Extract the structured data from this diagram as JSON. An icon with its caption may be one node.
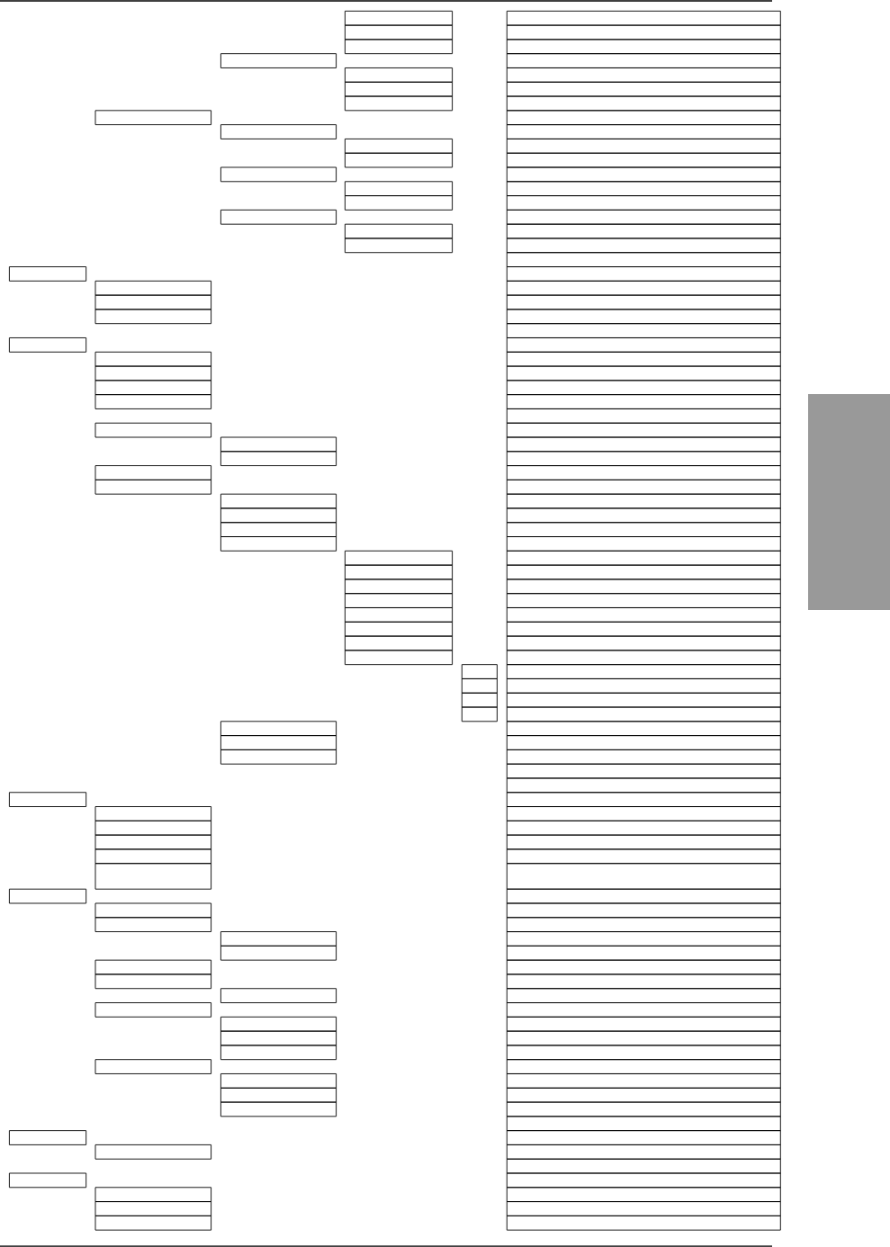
{
  "diagram": {
    "nodes": [
      {
        "text": [],
        "shape": "box"
      },
      {
        "text": [],
        "shape": "box"
      },
      {
        "text": [],
        "shape": "box"
      },
      {
        "text": [],
        "shape": "box"
      },
      {
        "text": [],
        "shape": "box"
      },
      {
        "text": [],
        "shape": "box"
      },
      {
        "text": [],
        "shape": "box"
      },
      {
        "text": [],
        "shape": "box"
      },
      {
        "text": [],
        "shape": "box"
      },
      {
        "text": [],
        "shape": "box"
      },
      {
        "text": [],
        "shape": "box"
      },
      {
        "text": [],
        "shape": "box"
      },
      {
        "text": [],
        "shape": "box"
      },
      {
        "text": [],
        "shape": "box"
      },
      {
        "text": [],
        "shape": "box"
      },
      {
        "text": [],
        "shape": "box"
      },
      {
        "text": [],
        "shape": "box"
      },
      {
        "text": [],
        "shape": "box"
      },
      {
        "text": [],
        "shape": "box"
      },
      {
        "text": [],
        "shape": "box"
      },
      {
        "text": [],
        "shape": "box"
      },
      {
        "text": [],
        "shape": "box"
      },
      {
        "text": [],
        "shape": "box"
      },
      {
        "text": [],
        "shape": "box"
      },
      {
        "text": [],
        "shape": "box"
      },
      {
        "text": [],
        "shape": "box"
      },
      {
        "text": [],
        "shape": "box"
      },
      {
        "text": [],
        "shape": "box"
      },
      {
        "text": [],
        "shape": "box"
      },
      {
        "text": [],
        "shape": "box"
      },
      {
        "text": [],
        "shape": "box"
      },
      {
        "text": [],
        "shape": "box"
      },
      {
        "text": [],
        "shape": "box"
      },
      {
        "text": [],
        "shape": "box"
      },
      {
        "text": [],
        "shape": "box"
      },
      {
        "text": [],
        "shape": "box"
      },
      {
        "text": [],
        "shape": "box"
      },
      {
        "text": [],
        "shape": "box"
      },
      {
        "text": [],
        "shape": "box"
      },
      {
        "text": [],
        "shape": "box"
      },
      {
        "text": [],
        "shape": "box"
      },
      {
        "text": [],
        "shape": "box"
      },
      {
        "text": [],
        "shape": "box"
      },
      {
        "text": [],
        "shape": "box"
      },
      {
        "text": [],
        "shape": "box"
      },
      {
        "text": [],
        "shape": "box"
      },
      {
        "text": [],
        "shape": "box"
      },
      {
        "text": [],
        "shape": "box"
      },
      {
        "text": [],
        "shape": "box"
      },
      {
        "text": [],
        "shape": "box"
      },
      {
        "text": [],
        "shape": "box"
      },
      {
        "text": [],
        "shape": "box"
      },
      {
        "text": [],
        "shape": "box"
      },
      {
        "text": [],
        "shape": "box"
      },
      {
        "text": [],
        "shape": "box"
      },
      {
        "text": [],
        "shape": "box"
      },
      {
        "text": [],
        "shape": "box"
      },
      {
        "text": [],
        "shape": "box"
      },
      {
        "text": [],
        "shape": "box"
      },
      {
        "text": [],
        "shape": "box"
      },
      {
        "text": [],
        "shape": "box"
      },
      {
        "text": [],
        "shape": "box"
      },
      {
        "text": [],
        "shape": "box"
      },
      {
        "text": [],
        "shape": "box"
      },
      {
        "text": [],
        "shape": "box"
      },
      {
        "text": [],
        "shape": "box"
      },
      {
        "text": [],
        "shape": "box"
      },
      {
        "text": [],
        "shape": "box"
      },
      {
        "text": [],
        "shape": "box"
      },
      {
        "text": [],
        "shape": "box"
      },
      {
        "text": [],
        "shape": "box"
      },
      {
        "text": [],
        "shape": "box"
      },
      {
        "text": [],
        "shape": "box"
      },
      {
        "text": [],
        "shape": "box"
      },
      {
        "text": [],
        "shape": "box"
      },
      {
        "text": [],
        "shape": "box"
      },
      {
        "text": [],
        "shape": "box"
      },
      {
        "text": [],
        "shape": "box"
      },
      {
        "text": [],
        "shape": "box"
      },
      {
        "text": [],
        "shape": "box"
      },
      {
        "text": [],
        "shape": "box"
      },
      {
        "text": [],
        "shape": "box"
      },
      {
        "text": [],
        "shape": "box"
      },
      {
        "text": [],
        "shape": "box"
      },
      {
        "text": [],
        "shape": "box"
      },
      {
        "text": [],
        "shape": "box"
      },
      {
        "text": [],
        "shape": "box"
      },
      {
        "text": [],
        "shape": "box"
      },
      {
        "text": [],
        "shape": "box"
      },
      {
        "text": [],
        "shape": "box"
      },
      {
        "text": [],
        "shape": "box"
      },
      {
        "text": [],
        "shape": "box"
      },
      {
        "text": [],
        "shape": "box"
      },
      {
        "text": [],
        "shape": "box"
      },
      {
        "text": [],
        "shape": "box"
      },
      {
        "text": [],
        "shape": "box"
      },
      {
        "text": [],
        "shape": "box"
      },
      {
        "text": [],
        "shape": "box"
      },
      {
        "text": [],
        "shape": "box"
      },
      {
        "text": [],
        "shape": "box"
      },
      {
        "text": [],
        "shape": "box"
      },
      {
        "text": [],
        "shape": "box"
      },
      {
        "text": [],
        "shape": "box"
      },
      {
        "text": [],
        "shape": "box"
      },
      {
        "text": [],
        "shape": "box"
      },
      {
        "text": [],
        "shape": "box"
      },
      {
        "text": [],
        "shape": "box"
      },
      {
        "text": [],
        "shape": "box"
      },
      {
        "text": [],
        "shape": "box"
      },
      {
        "text": [],
        "shape": "box"
      },
      {
        "text": [],
        "shape": "box"
      },
      {
        "text": [],
        "shape": "box"
      },
      {
        "text": [],
        "shape": "box"
      },
      {
        "text": [],
        "shape": "box"
      },
      {
        "text": [],
        "shape": "box"
      },
      {
        "text": [],
        "shape": "box"
      },
      {
        "text": [],
        "shape": "box"
      },
      {
        "text": [],
        "shape": "box"
      },
      {
        "text": [],
        "shape": "box"
      },
      {
        "text": [],
        "shape": "box"
      },
      {
        "text": [],
        "shape": "box"
      },
      {
        "text": [],
        "shape": "box"
      },
      {
        "text": [],
        "shape": "box"
      },
      {
        "text": [],
        "shape": "box"
      },
      {
        "text": [],
        "shape": "box"
      },
      {
        "text": [],
        "shape": "box"
      },
      {
        "text": [],
        "shape": "box"
      },
      {
        "text": [],
        "shape": "box"
      },
      {
        "text": [],
        "shape": "box"
      },
      {
        "text": [],
        "shape": "box"
      },
      {
        "text": [],
        "shape": "box"
      },
      {
        "text": [],
        "shape": "box"
      },
      {
        "text": [],
        "shape": "box"
      },
      {
        "text": [],
        "shape": "box"
      },
      {
        "text": [],
        "shape": "box"
      },
      {
        "text": [],
        "shape": "box"
      },
      {
        "text": [],
        "shape": "box"
      },
      {
        "text": [],
        "shape": "box"
      },
      {
        "text": [],
        "shape": "box"
      },
      {
        "text": [],
        "shape": "box"
      },
      {
        "text": [],
        "shape": "box"
      },
      {
        "text": [],
        "shape": "box"
      },
      {
        "text": [],
        "shape": "box"
      },
      {
        "text": [],
        "shape": "box"
      },
      {
        "text": [],
        "shape": "box"
      },
      {
        "text": [],
        "shape": "box"
      },
      {
        "text": [],
        "shape": "box"
      },
      {
        "text": [],
        "shape": "box"
      },
      {
        "text": [],
        "shape": "box"
      },
      {
        "text": [],
        "shape": "box"
      },
      {
        "text": [],
        "shape": "box"
      },
      {
        "text": [],
        "shape": "box"
      },
      {
        "text": [],
        "shape": "box"
      },
      {
        "text": [],
        "shape": "box"
      },
      {
        "text": [],
        "shape": "box"
      },
      {
        "text": [],
        "shape": "box"
      },
      {
        "text": [],
        "shape": "box"
      },
      {
        "text": [],
        "shape": "box"
      },
      {
        "text": [],
        "shape": "box"
      },
      {
        "text": [],
        "shape": "box"
      },
      {
        "text": [],
        "shape": "box"
      },
      {
        "text": [],
        "shape": "box"
      },
      {
        "text": [],
        "shape": "box"
      }
    ]
  }
}
